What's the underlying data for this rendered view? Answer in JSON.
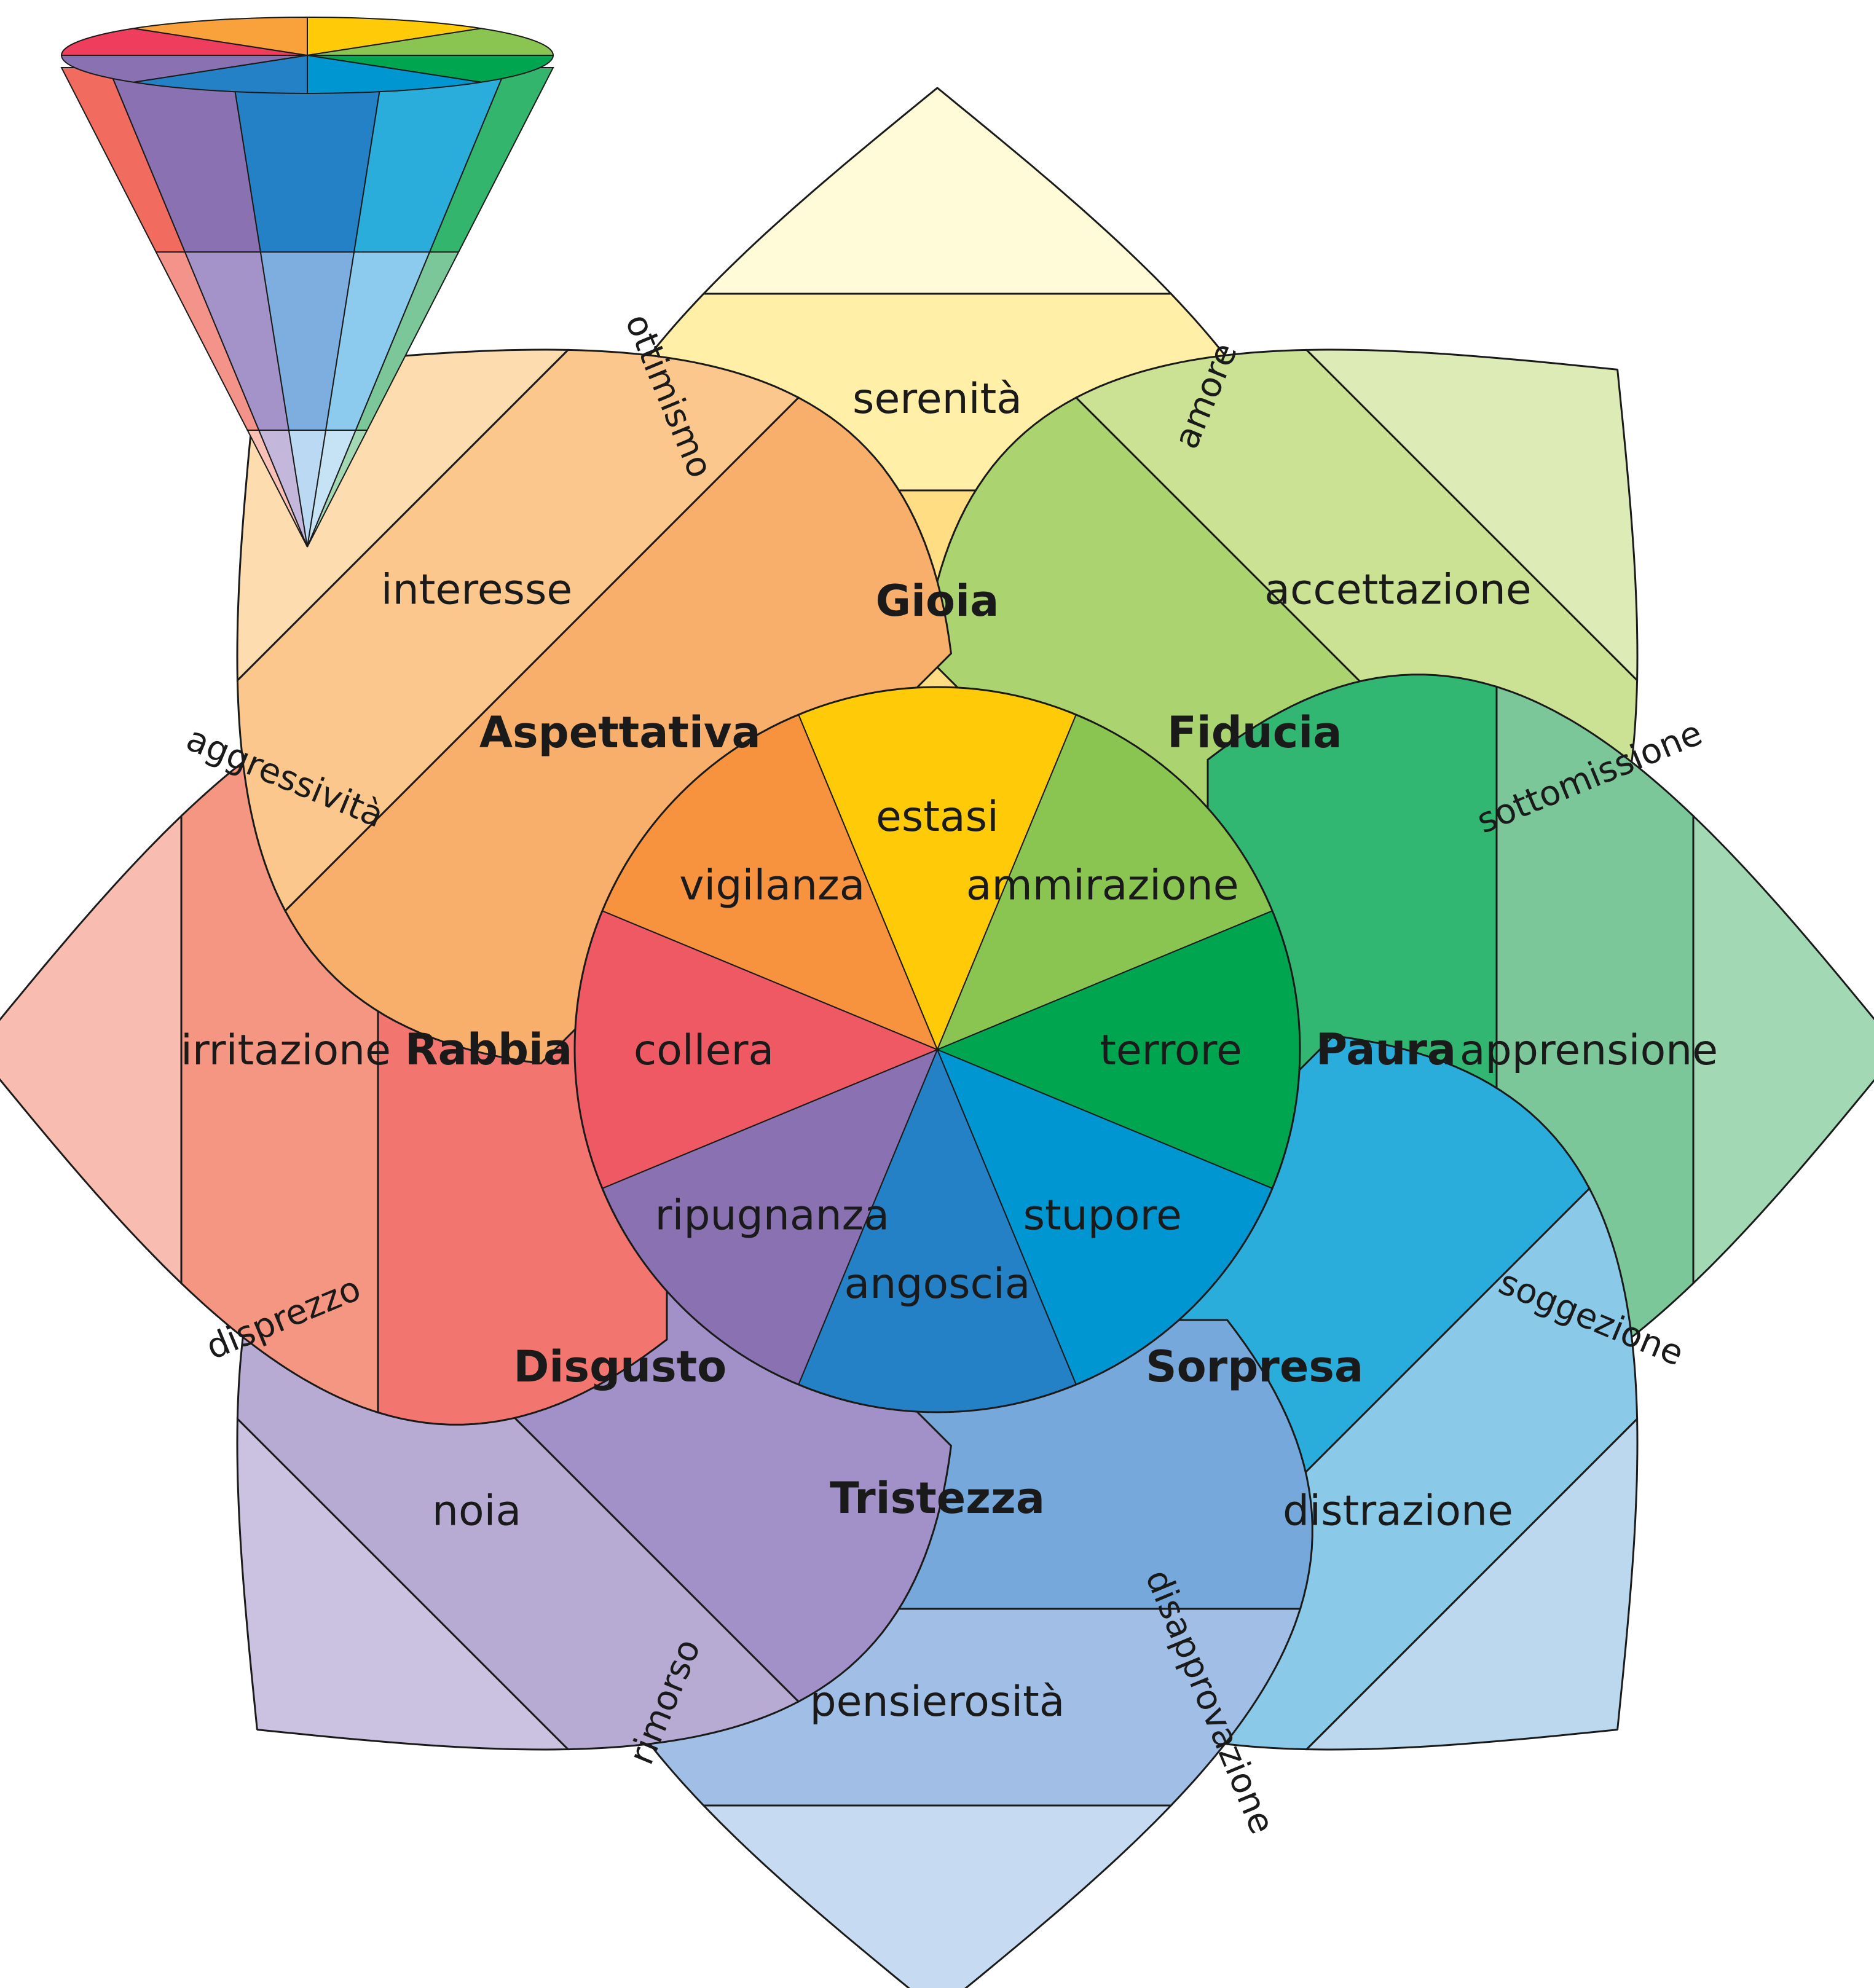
{
  "emotions": [
    {
      "key": "joy",
      "core": "estasi",
      "mid": "Gioia",
      "outer": "serenità",
      "colors": [
        "#FFCA08",
        "#FFDE83",
        "#FFEFA7",
        "#FFFBD8"
      ]
    },
    {
      "key": "trust",
      "core": "ammirazione",
      "mid": "Fiducia",
      "outer": "accettazione",
      "colors": [
        "#8BC551",
        "#ABD471",
        "#CBE193",
        "#DDEBB7"
      ]
    },
    {
      "key": "fear",
      "core": "terrore",
      "mid": "Paura",
      "outer": "apprensione",
      "colors": [
        "#00A550",
        "#32B772",
        "#7CC79A",
        "#A2D8B3"
      ]
    },
    {
      "key": "surprise",
      "core": "stupore",
      "mid": "Sorpresa",
      "outer": "distrazione",
      "colors": [
        "#0096D1",
        "#2BADDC",
        "#8BC9E8",
        "#BBD8EE"
      ]
    },
    {
      "key": "sadness",
      "core": "angoscia",
      "mid": "Tristezza",
      "outer": "pensierosità",
      "colors": [
        "#2581C5",
        "#76A8DB",
        "#A1BFE6",
        "#C6DBF2"
      ]
    },
    {
      "key": "disgust",
      "core": "ripugnanza",
      "mid": "Disgusto",
      "outer": "noia",
      "colors": [
        "#8A72B2",
        "#A191C8",
        "#B7ABD4",
        "#CBC1E1"
      ]
    },
    {
      "key": "anger",
      "core": "collera",
      "mid": "Rabbia",
      "outer": "irritazione",
      "colors": [
        "#EF5963",
        "#F37570",
        "#F49681",
        "#F8BCB0"
      ]
    },
    {
      "key": "anticipation",
      "core": "vigilanza",
      "mid": "Aspettativa",
      "outer": "interesse",
      "colors": [
        "#F7923E",
        "#F8AF6C",
        "#FCC78C",
        "#FDDDAF"
      ]
    }
  ],
  "dyads": [
    "amore",
    "sottomissione",
    "soggezione",
    "disapprovazione",
    "rimorso",
    "disprezzo",
    "aggressività",
    "ottimismo"
  ],
  "cone": {
    "rim": [
      "#FFCA08",
      "#8BC551",
      "#00A550",
      "#0096D1",
      "#2581C5",
      "#8A72B2",
      "#EF3E5D",
      "#F9A23C"
    ],
    "bands": [
      [
        "#F26B5F",
        "#8A72B2",
        "#2581C5",
        "#2BADDC",
        "#33B56E"
      ],
      [
        "#F4938A",
        "#A393C9",
        "#7EAEDF",
        "#8CCBEE",
        "#7CC79A"
      ],
      [
        "#F9C0B5",
        "#C4B7DC",
        "#BCD9F4",
        "#C6E3F5",
        "#A2D8B3"
      ]
    ]
  }
}
